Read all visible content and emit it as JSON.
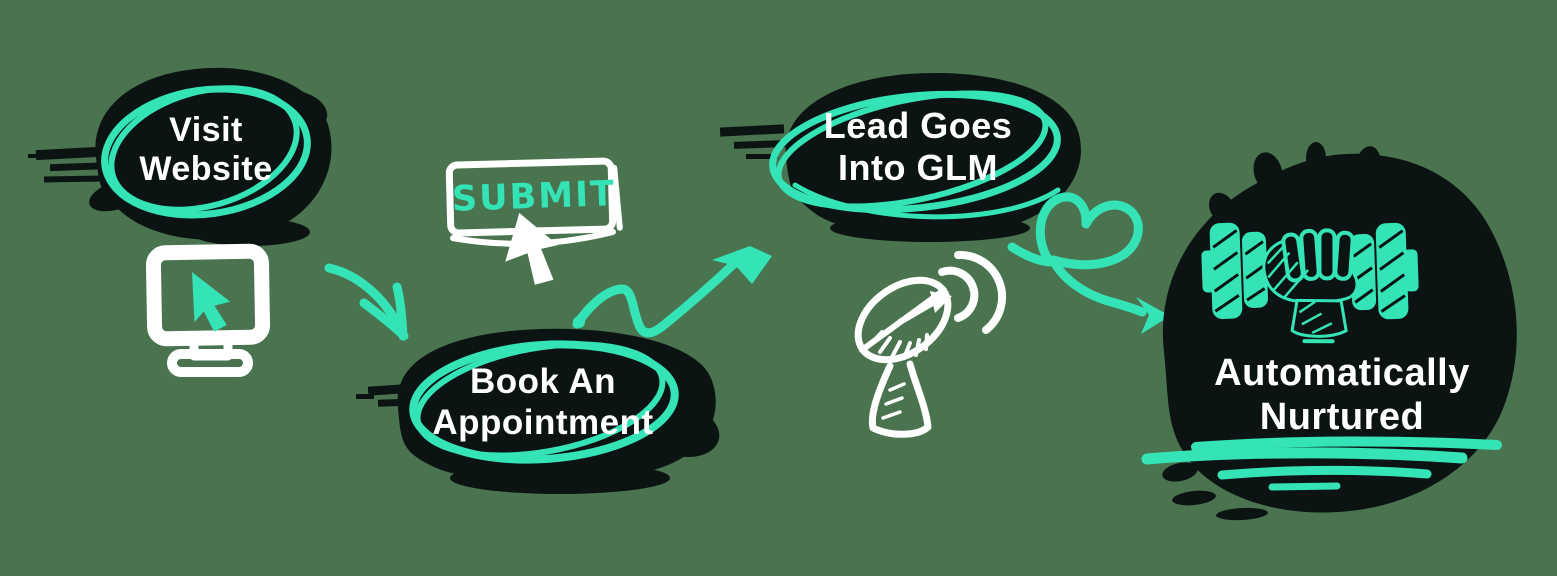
{
  "colors": {
    "background": "#4A7350",
    "ink_blob": "#0B1413",
    "accent_teal": "#35E4B6",
    "text_white": "#FFFFFF"
  },
  "steps": [
    {
      "id": "visit-website",
      "label": "Visit\nWebsite"
    },
    {
      "id": "book-an-appointment",
      "label": "Book An\nAppointment"
    },
    {
      "id": "lead-goes-into-glm",
      "label": "Lead Goes\nInto GLM"
    },
    {
      "id": "automatically-nurtured",
      "label": "Automatically\nNurtured"
    }
  ],
  "submit_button": {
    "label": "SUBMIT"
  },
  "icons": [
    {
      "name": "monitor-cursor-icon",
      "depicts": "computer monitor with mouse pointer"
    },
    {
      "name": "submit-click-cursor-icon",
      "depicts": "cursor clicking submit button"
    },
    {
      "name": "satellite-dish-icon",
      "depicts": "satellite dish transmitting signal"
    },
    {
      "name": "fist-dumbbell-icon",
      "depicts": "fist gripping a dumbbell"
    }
  ],
  "connectors": [
    {
      "name": "curved-arrow",
      "from": "visit-website",
      "to": "book-an-appointment"
    },
    {
      "name": "zigzag-arrow",
      "from": "book-an-appointment",
      "to": "lead-goes-into-glm"
    },
    {
      "name": "heart-loop-arrow",
      "from": "lead-goes-into-glm",
      "to": "automatically-nurtured"
    }
  ]
}
